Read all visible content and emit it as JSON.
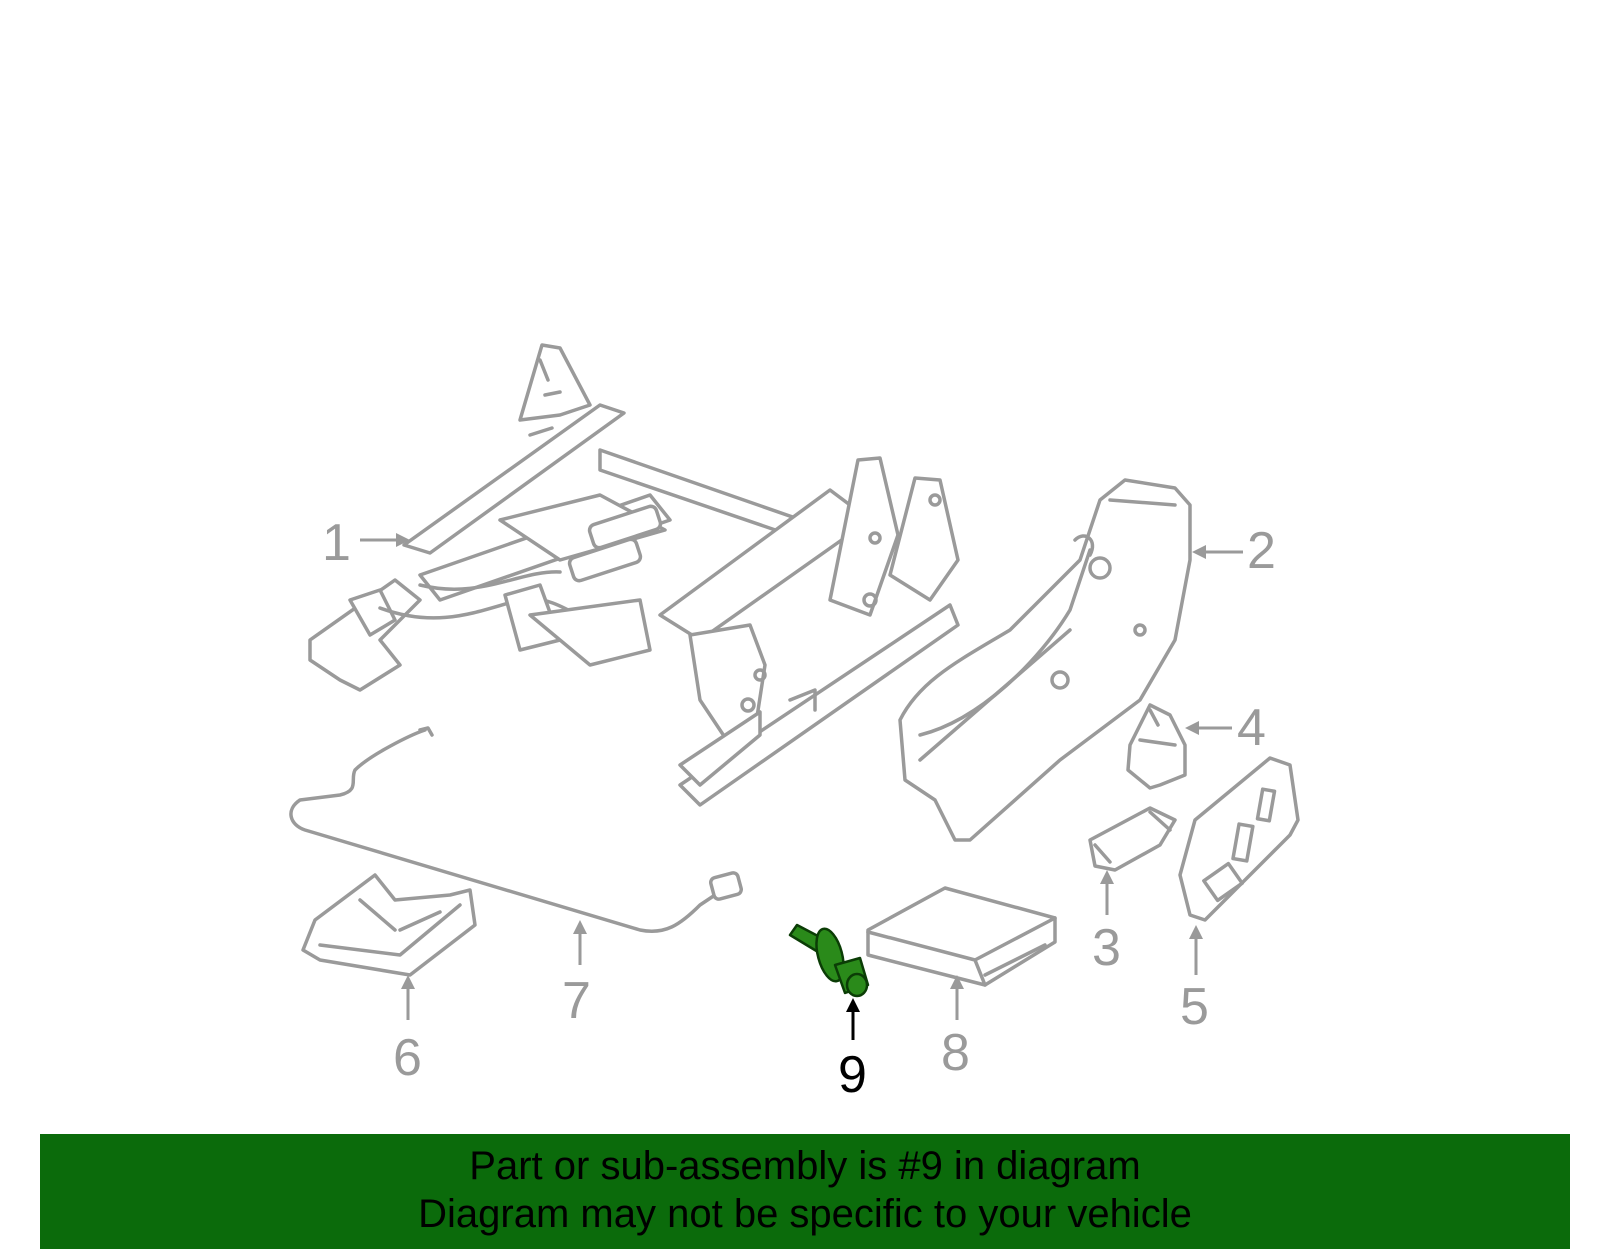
{
  "callouts": {
    "c1": "1",
    "c2": "2",
    "c3": "3",
    "c4": "4",
    "c5": "5",
    "c6": "6",
    "c7": "7",
    "c8": "8",
    "c9": "9"
  },
  "highlighted_part": "9",
  "colors": {
    "banner": "#0b6b0b",
    "highlight": "#2a8a1a",
    "line_art": "#9a9a9a"
  },
  "banner": {
    "line1": "Part or sub-assembly is #9 in diagram",
    "line2": "Diagram may not be specific to your vehicle"
  }
}
